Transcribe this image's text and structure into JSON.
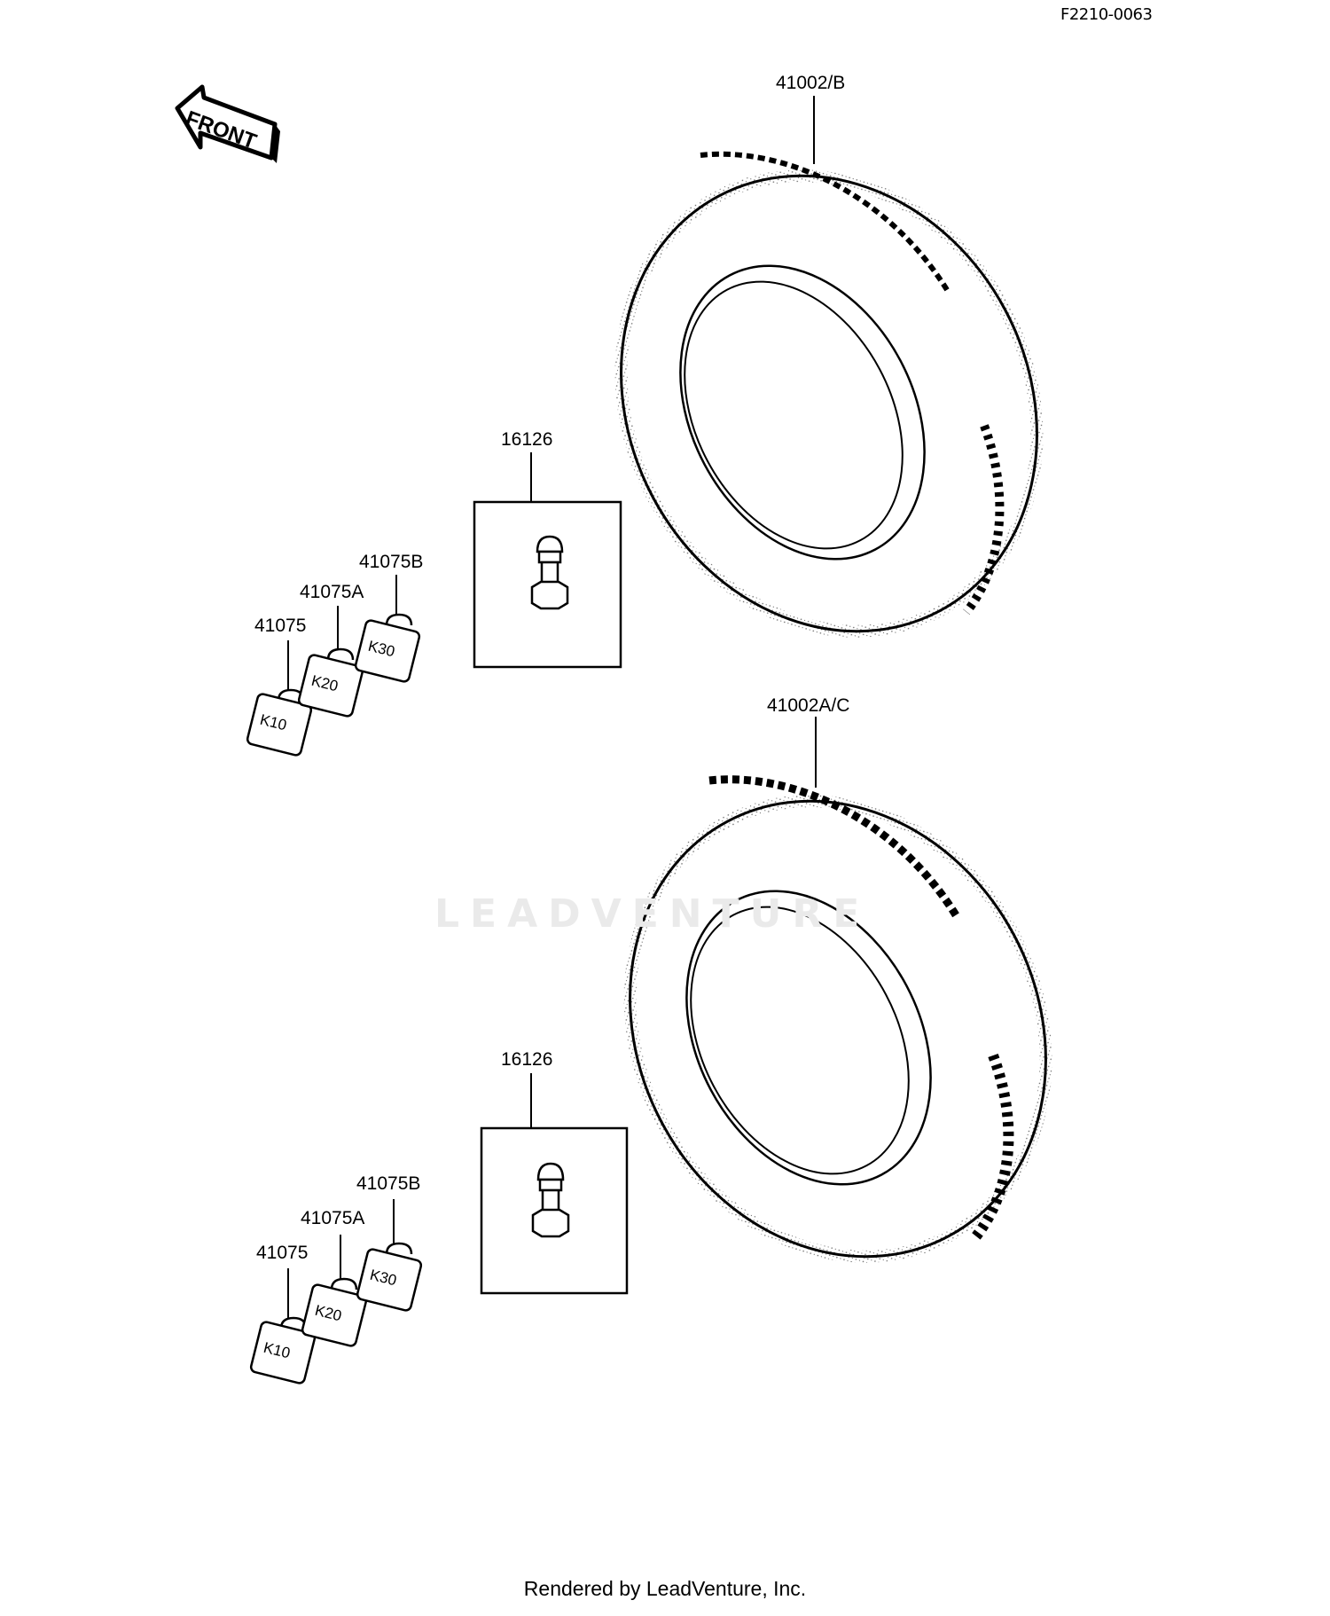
{
  "figure_code": "F2210-0063",
  "front_label": "FRONT",
  "watermark": "LEADVENTURE",
  "footer": "Rendered by LeadVenture, Inc.",
  "parts": {
    "tire_upper": "41002/B",
    "tire_lower": "41002A/C",
    "valve_upper": "16126",
    "valve_lower": "16126",
    "weight_upper_1": "41075",
    "weight_upper_2": "41075A",
    "weight_upper_3": "41075B",
    "weight_lower_1": "41075",
    "weight_lower_2": "41075A",
    "weight_lower_3": "41075B"
  },
  "weight_marks": [
    "K10",
    "K20",
    "K30"
  ],
  "colors": {
    "ink": "#000000",
    "watermark": "#eaeaea"
  }
}
